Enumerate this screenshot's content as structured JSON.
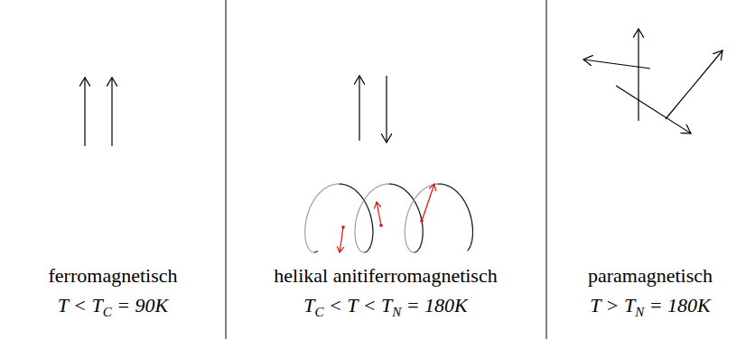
{
  "diagram": {
    "labels": [
      "ferromagnetisch",
      "T < T",
      "C",
      "= 90K",
      "helikal anitiferromagnetisch",
      "T",
      "C",
      "< T < T",
      "N",
      "= 180K",
      "paramagnetisch",
      "T > T",
      "N",
      "= 180K"
    ]
  }
}
